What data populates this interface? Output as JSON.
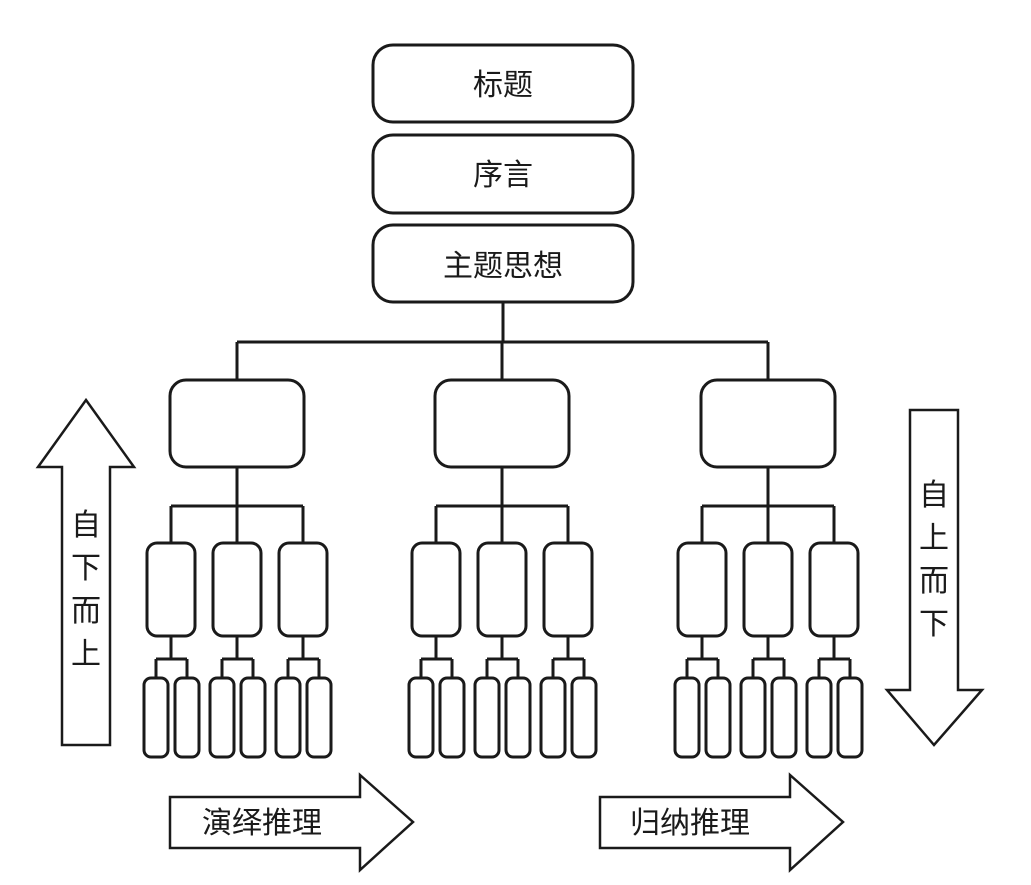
{
  "diagram": {
    "top_boxes": [
      "标题",
      "序言",
      "主题思想"
    ],
    "left_arrow": {
      "label": [
        "自",
        "下",
        "而",
        "上"
      ],
      "direction": "up"
    },
    "right_arrow": {
      "label": [
        "自",
        "上",
        "而",
        "下"
      ],
      "direction": "down"
    },
    "bottom_left_arrow": {
      "label": "演绎推理",
      "direction": "right"
    },
    "bottom_right_arrow": {
      "label": "归纳推理",
      "direction": "right"
    },
    "line_color": "#1a1a1a"
  }
}
